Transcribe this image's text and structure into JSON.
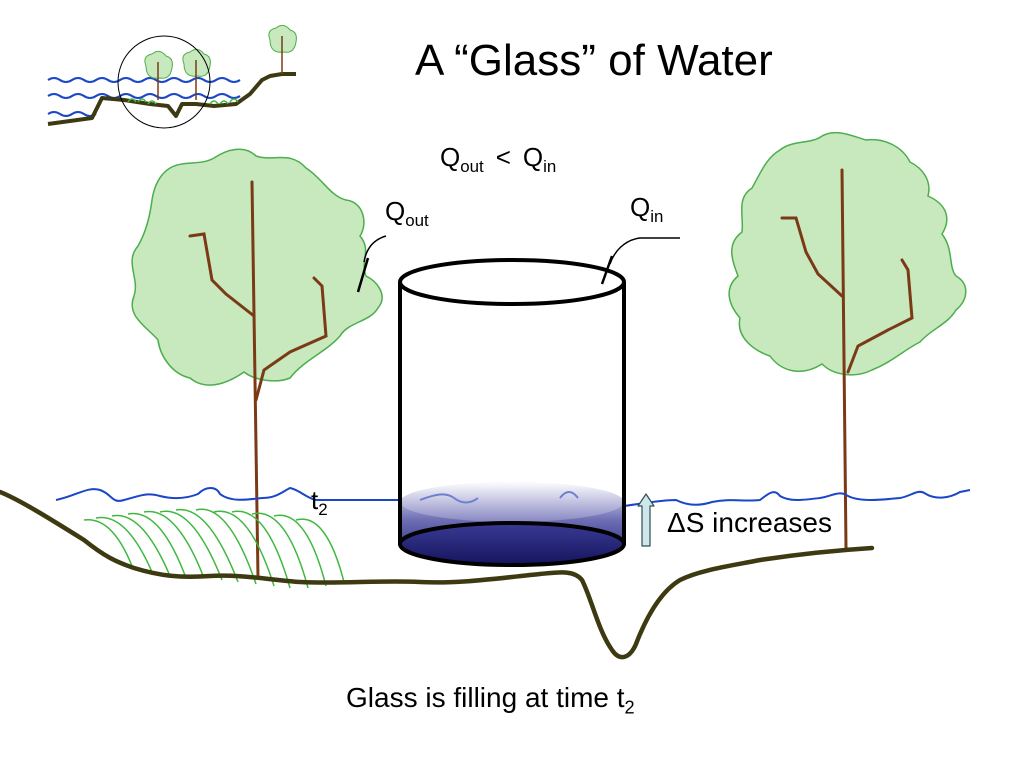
{
  "title": "A “Glass” of Water",
  "equation": {
    "lhs": "Q",
    "lhs_sub": "out",
    "op": "<",
    "rhs": "Q",
    "rhs_sub": "in"
  },
  "q_out_label": {
    "main": "Q",
    "sub": "out"
  },
  "q_in_label": {
    "main": "Q",
    "sub": "in"
  },
  "time_label": {
    "main": "t",
    "sub": "2"
  },
  "storage_label": "ΔS increases",
  "caption": {
    "text": "Glass is filling at time t",
    "sub": "2"
  },
  "colors": {
    "tree_foliage": "#c8e8be",
    "tree_outline": "#4cae4c",
    "trunk": "#7b3a16",
    "ground": "#3d3a12",
    "water_line": "#1a46c8",
    "glass_water": "#1e1e7a",
    "grass": "#3fb83f",
    "arrow_fill": "#cfe7ea"
  }
}
